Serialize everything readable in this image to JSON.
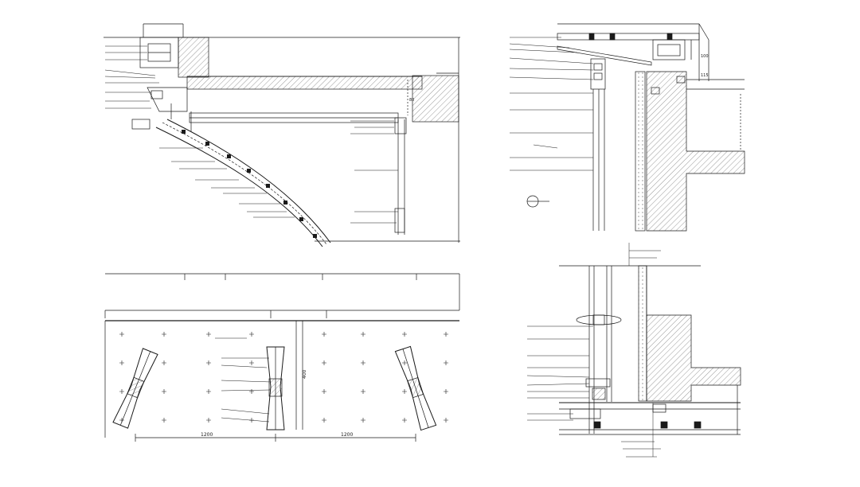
{
  "sheet": {
    "background": "#ffffff",
    "line_color": "#1a1a1a",
    "hatch_color": "#555555",
    "dims": {
      "top_left_arc": "80",
      "top_right_a": "100",
      "top_right_b": "115",
      "plan_height": "400",
      "plan_width_left": "1200",
      "plan_width_right": "1200"
    }
  }
}
